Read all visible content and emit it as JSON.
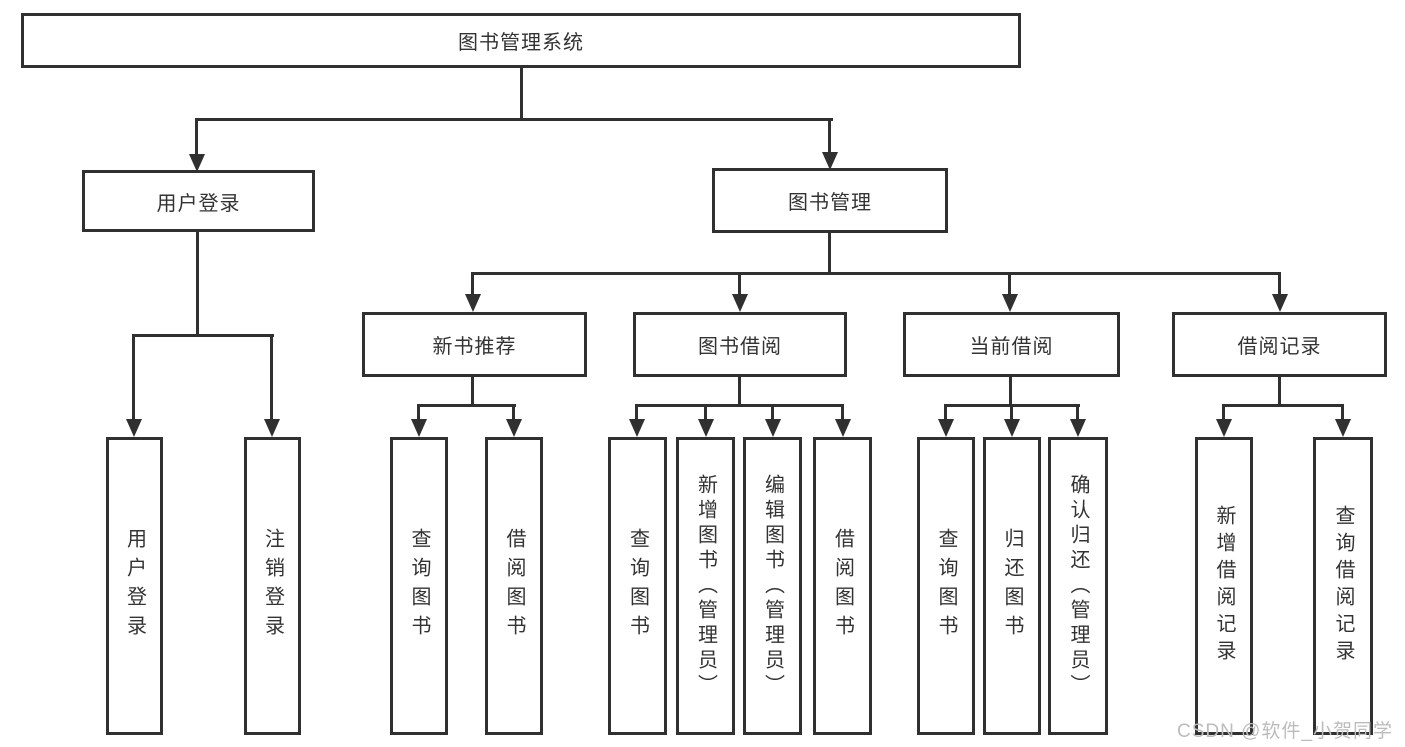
{
  "diagram": {
    "title": "图书管理系统",
    "root": {
      "label": "图书管理系统"
    },
    "branches": [
      {
        "label": "用户登录",
        "children": [
          {
            "label": "用户登录"
          },
          {
            "label": "注销登录"
          }
        ]
      },
      {
        "label": "图书管理",
        "children": [
          {
            "label": "新书推荐",
            "children": [
              {
                "label": "查询图书"
              },
              {
                "label": "借阅图书"
              }
            ]
          },
          {
            "label": "图书借阅",
            "children": [
              {
                "label": "查询图书"
              },
              {
                "label": "新增图书（管理员）"
              },
              {
                "label": "编辑图书（管理员）"
              },
              {
                "label": "借阅图书"
              }
            ]
          },
          {
            "label": "当前借阅",
            "children": [
              {
                "label": "查询图书"
              },
              {
                "label": "归还图书"
              },
              {
                "label": "确认归还（管理员）"
              }
            ]
          },
          {
            "label": "借阅记录",
            "children": [
              {
                "label": "新增借阅记录"
              },
              {
                "label": "查询借阅记录"
              }
            ]
          }
        ]
      }
    ]
  },
  "watermark": {
    "text": "CSDN @软件_小贺同学",
    "color": "#bcbcbc"
  },
  "colors": {
    "line": "#303030",
    "box_border": "#303030",
    "text": "#333333",
    "background": "#ffffff"
  }
}
